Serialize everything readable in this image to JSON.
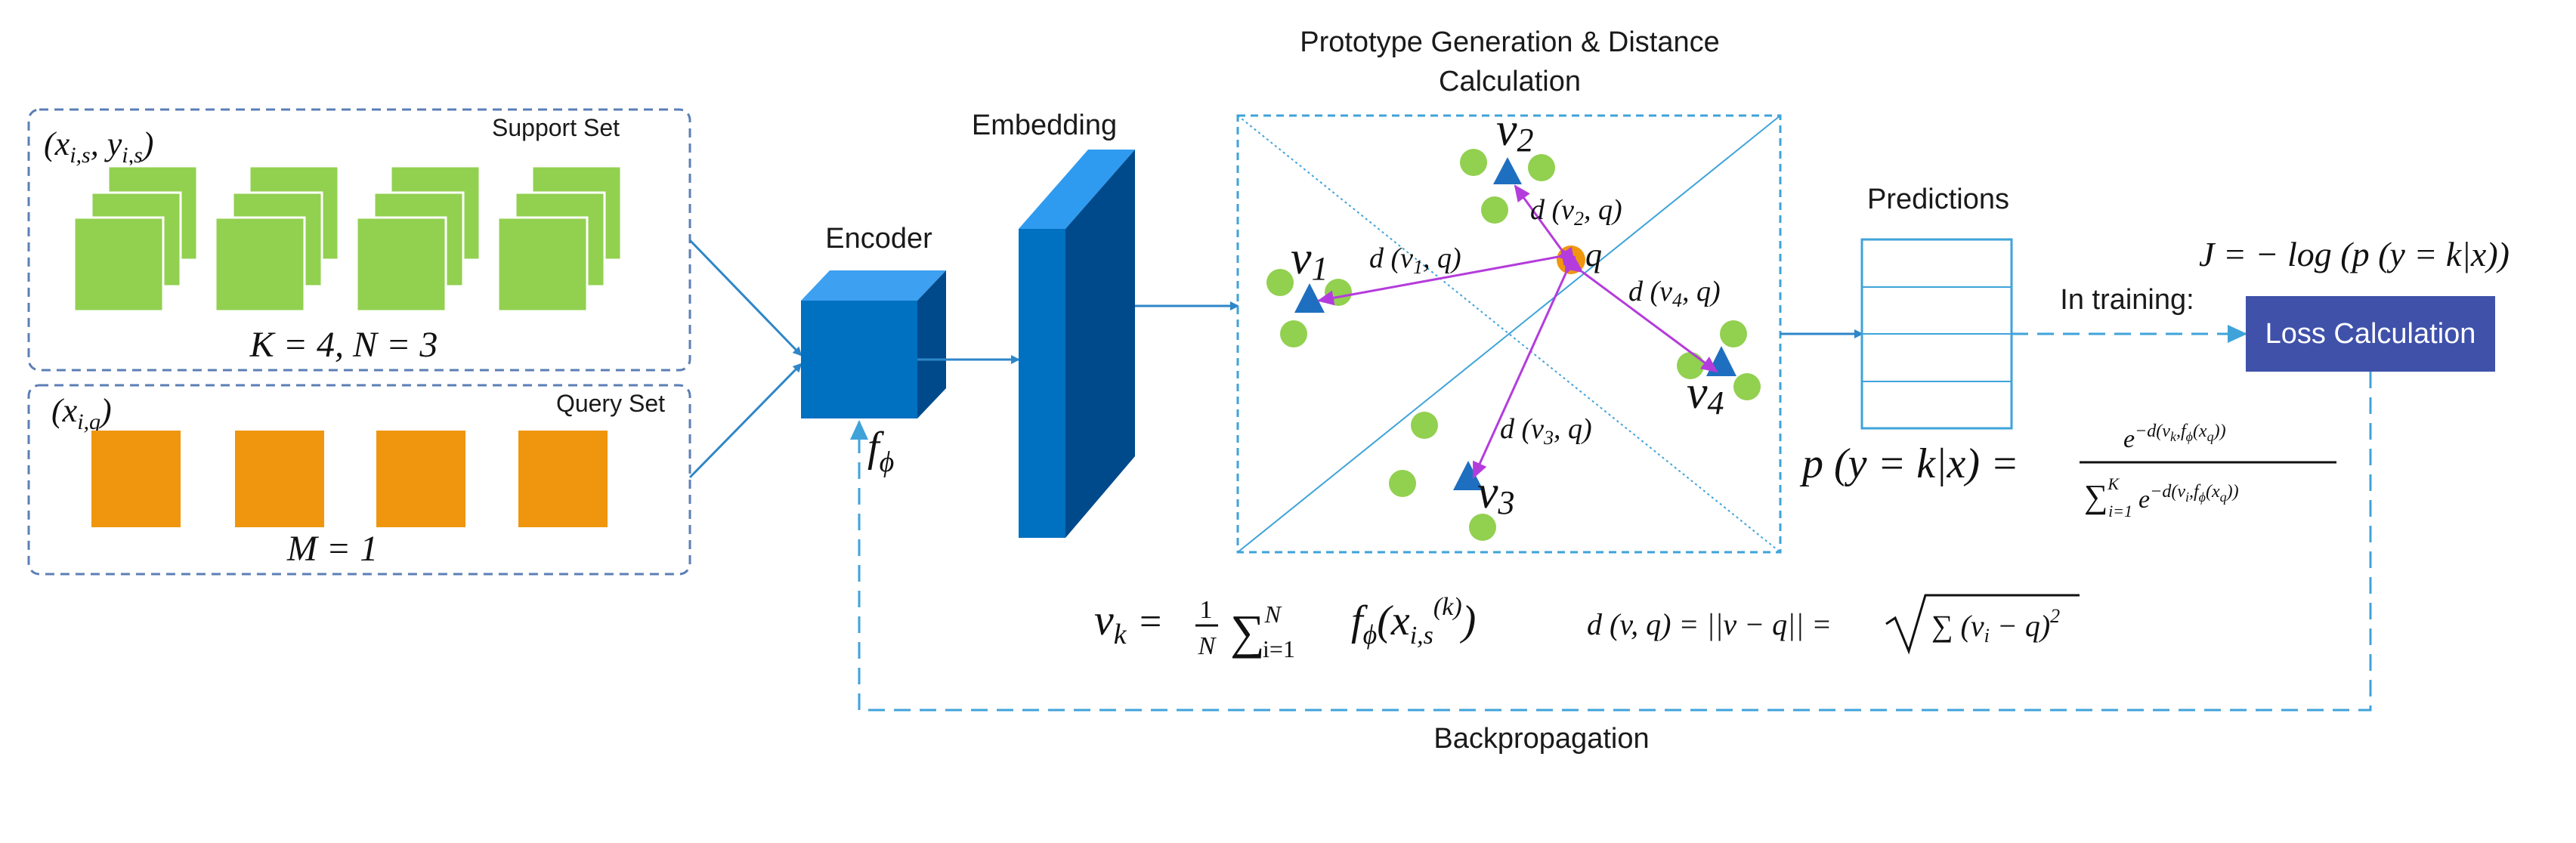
{
  "panels": {
    "support": {
      "label": "Support Set",
      "pair": "(x",
      "pair_sub": "i,s",
      "pair_mid": ", y",
      "pair_sub2": "i,s",
      "pair_end": ")",
      "caption": "K = 4, N = 3",
      "stack_color": "#92D050"
    },
    "query": {
      "label": "Query Set",
      "pair": "(x",
      "pair_sub": "i,q",
      "pair_end": ")",
      "caption": "M = 1",
      "square_color": "#F0960E"
    }
  },
  "encoder": {
    "label": "Encoder",
    "symbol": "f",
    "symbol_sub": "ϕ",
    "color": "#0070C0"
  },
  "embedding": {
    "label": "Embedding",
    "color": "#0063B0"
  },
  "prototype": {
    "title_line1": "Prototype Generation & Distance",
    "title_line2": "Calculation",
    "query_point": "q",
    "prototypes": [
      {
        "name": "v",
        "sub": "1",
        "distance": "d (v",
        "distance_sub": "1",
        "distance_end": ", q)"
      },
      {
        "name": "v",
        "sub": "2",
        "distance": "d (v",
        "distance_sub": "2",
        "distance_end": ", q)"
      },
      {
        "name": "v",
        "sub": "3",
        "distance": "d (v",
        "distance_sub": "3",
        "distance_end": ", q)"
      },
      {
        "name": "v",
        "sub": "4",
        "distance": "d (v",
        "distance_sub": "4",
        "distance_end": ", q)"
      }
    ],
    "point_color": "#92D050",
    "query_color": "#F0960E",
    "prototype_color": "#1F6FC0",
    "arrow_color": "#B43CDC"
  },
  "predictions": {
    "label": "Predictions",
    "rows": 4
  },
  "training": {
    "label": "In training:",
    "loss_button": "Loss Calculation",
    "loss_color": "#3F51A9",
    "objective": "J = − log (p (y = k|x))"
  },
  "formulas": {
    "prob_lhs": "p (y = k|x) =",
    "prob_num": "e",
    "prob_num_exp": "−d(v",
    "prob_num_exp_sub": "k",
    "prob_num_exp_end": ",f",
    "prob_num_exp_sub2": "ϕ",
    "prob_num_exp_tail": "(x",
    "prob_num_exp_sub3": "q",
    "prob_num_exp_close": "))",
    "prob_den_sum": "∑",
    "prob_den_top": "K",
    "prob_den_bottom": "i=1",
    "prob_den_e": "e",
    "prob_den_exp": "−d(v",
    "prob_den_exp_sub": "i",
    "prob_den_exp_end": ",f",
    "prob_den_exp_sub2": "ϕ",
    "prob_den_exp_tail": "(x",
    "prob_den_exp_sub3": "q",
    "prob_den_exp_close": "))",
    "centroid_lhs": "v",
    "centroid_lhs_sub": "k",
    "centroid_eq": "=",
    "centroid_frac_num": "1",
    "centroid_frac_den": "N",
    "centroid_sum": "∑",
    "centroid_sum_top": "N",
    "centroid_sum_bottom": "i=1",
    "centroid_body": "f",
    "centroid_body_sub": "ϕ",
    "centroid_body_arg": "(x",
    "centroid_body_arg_sub": "i,s",
    "centroid_body_sup": "(k)",
    "centroid_body_close": ")",
    "distance_def": "d (v, q) = ||v − q|| =",
    "distance_root_body": "∑ (v",
    "distance_root_sub": "i",
    "distance_root_end": " − q)",
    "distance_root_sup": "2"
  },
  "backprop": {
    "label": "Backpropagation",
    "line_color": "#3FA3DA"
  },
  "colors": {
    "dashed_border": "#5B7FB5",
    "connector": "#2E86C8"
  }
}
